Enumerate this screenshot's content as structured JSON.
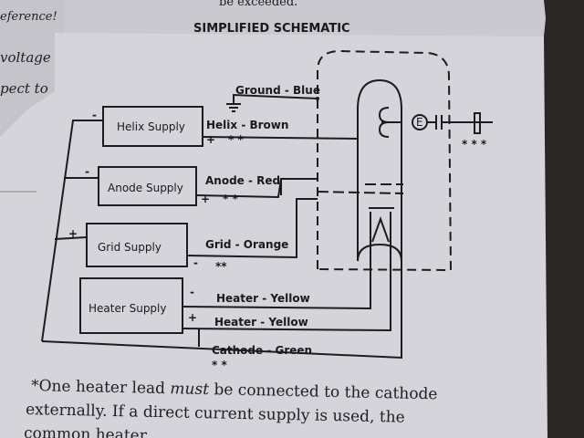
{
  "back_sheet": {
    "top_line": "be exceeded.",
    "left_fragments": [
      "eference!",
      "voltage",
      "pect to"
    ]
  },
  "title": "SIMPLIFIED SCHEMATIC",
  "supplies": [
    {
      "label": "Helix Supply",
      "left_sign": "-",
      "right_sign": "+",
      "marks": "* *"
    },
    {
      "label": "Anode Supply",
      "left_sign": "-",
      "right_sign": "+",
      "marks": "* *"
    },
    {
      "label": "Grid Supply",
      "left_sign": "+",
      "right_sign": "-",
      "marks": "**"
    },
    {
      "label": "Heater Supply",
      "top_sign": "-",
      "bottom_sign": "+"
    }
  ],
  "wires": {
    "ground": "Ground - Blue",
    "helix": "Helix - Brown",
    "anode": "Anode - Red",
    "grid": "Grid - Orange",
    "heater1": "Heater - Yellow",
    "heater2": "Heater - Yellow",
    "cathode": "Cathode - Green",
    "cathode_marks": "* *",
    "collector_marks": "* * *",
    "e_symbol": "E"
  },
  "footnote": {
    "line1_pre": "*One heater lead ",
    "line1_em": "must",
    "line1_post": " be connected to the cathode",
    "line2": "externally. If a direct current supply is used, the",
    "line3": "common heater"
  }
}
